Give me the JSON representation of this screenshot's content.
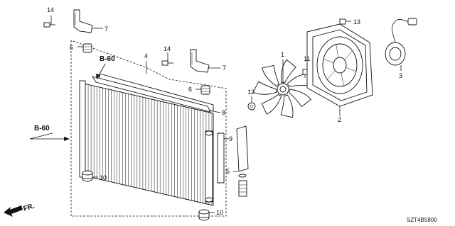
{
  "callouts": {
    "p1": "1",
    "p2": "2",
    "p3": "3",
    "p4": "4",
    "p5": "5",
    "p6a": "6",
    "p6b": "6",
    "p7a": "7",
    "p7b": "7",
    "p8": "8",
    "p9": "9",
    "p10a": "10",
    "p10b": "10",
    "p11": "11",
    "p12": "12",
    "p13": "13",
    "p14a": "14",
    "p14b": "14"
  },
  "refs": {
    "b60_top": "B-60",
    "b60_left": "B-60"
  },
  "direction_label": "FR.",
  "diagram_code": "SZT4B5800"
}
